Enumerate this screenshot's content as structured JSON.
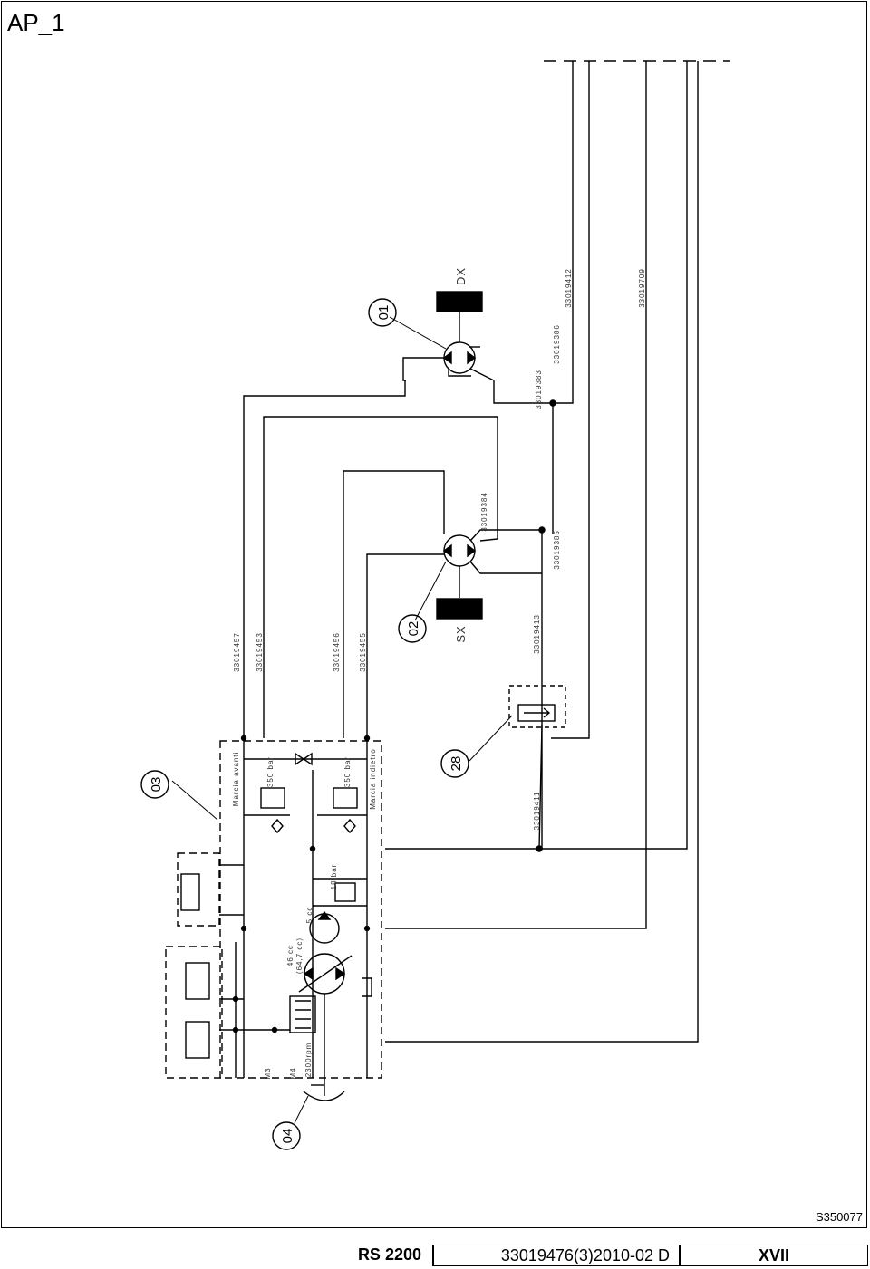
{
  "page": {
    "title": "AP_1",
    "sheet_code": "S350077"
  },
  "title_block": {
    "model": "RS 2200",
    "document": "33019476(3)2010-02 D",
    "revision": "XVII"
  },
  "callouts": [
    "01",
    "02",
    "03",
    "04",
    "28"
  ],
  "side_labels": {
    "right": "DX",
    "left": "SX"
  },
  "hose_codes": [
    "33019412",
    "33019709",
    "33019383",
    "33019386",
    "33019384",
    "33019385",
    "33019413",
    "33019411",
    "33019457",
    "33019453",
    "33019456",
    "33019455"
  ],
  "valve_labels": {
    "forward": "Marcia avanti",
    "reverse": "Marcia indietro",
    "relief_1": "350 bar",
    "relief_2": "350 bar",
    "charge": "18 bar"
  },
  "pump_labels": {
    "displacement": "46 cc",
    "displacement_alt": "(64,7 cc)",
    "charge_pump": "5 cc",
    "speed": "2300rpm",
    "port_m3": "M3",
    "port_m4": "M4"
  }
}
